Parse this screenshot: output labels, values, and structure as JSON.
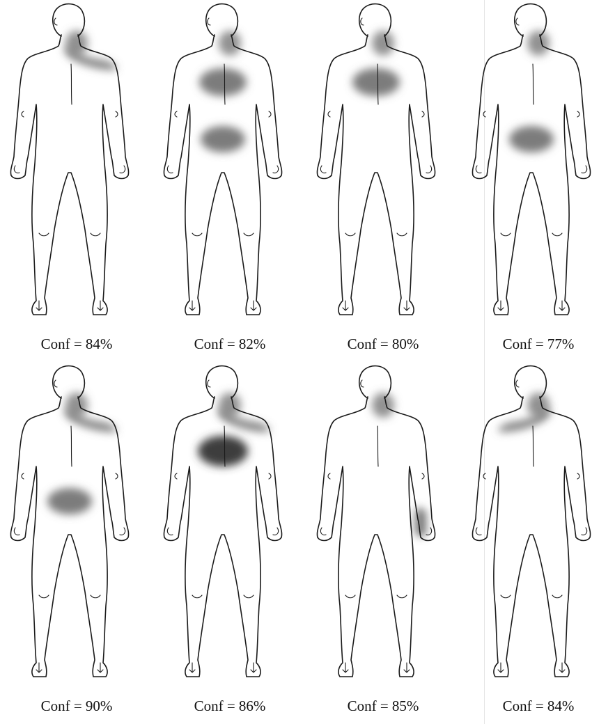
{
  "figures": [
    {
      "confidence_label": "Conf = 84%",
      "regions": [
        "neck",
        "right-shoulder"
      ]
    },
    {
      "confidence_label": "Conf = 82%",
      "regions": [
        "neck",
        "upper-back",
        "lower-back"
      ]
    },
    {
      "confidence_label": "Conf = 80%",
      "regions": [
        "neck",
        "upper-back"
      ]
    },
    {
      "confidence_label": "Conf = 77%",
      "regions": [
        "neck",
        "lower-back"
      ]
    },
    {
      "confidence_label": "Conf = 90%",
      "regions": [
        "neck",
        "right-shoulder",
        "lower-back"
      ]
    },
    {
      "confidence_label": "Conf = 86%",
      "regions": [
        "neck",
        "right-shoulder",
        "upper-back-dark"
      ]
    },
    {
      "confidence_label": "Conf = 85%",
      "regions": [
        "neck",
        "right-wrist"
      ]
    },
    {
      "confidence_label": "Conf = 84%",
      "regions": [
        "neck",
        "left-shoulder"
      ]
    }
  ],
  "colors": {
    "shade": "#6e6e6e",
    "outline": "#1a1a1a"
  }
}
